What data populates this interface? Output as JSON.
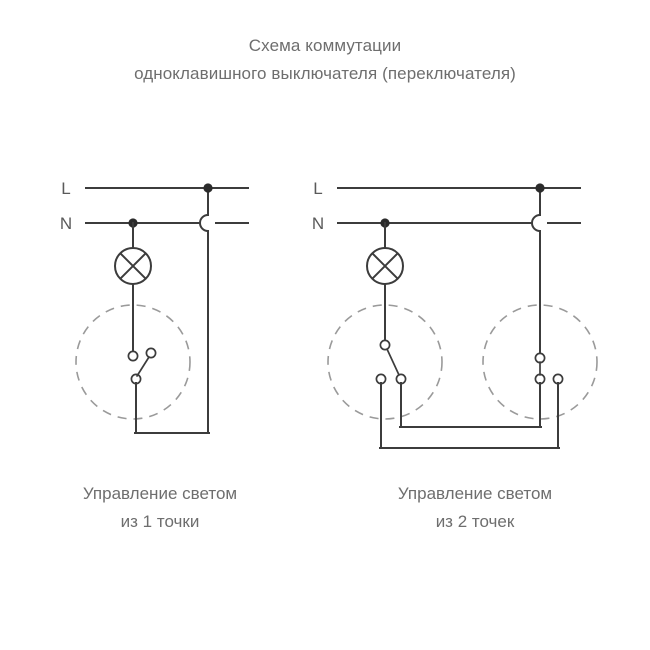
{
  "title": {
    "line1": "Схема коммутации",
    "line2": "одноклавишного выключателя (переключателя)"
  },
  "diagrams": [
    {
      "id": "one-point",
      "caption_line1": "Управление светом",
      "caption_line2": "из 1 точки",
      "rails": [
        {
          "name": "line",
          "label": "L"
        },
        {
          "name": "neutral",
          "label": "N"
        }
      ],
      "components": {
        "lamp": "lamp-symbol",
        "switch": "one-way-switch",
        "switch_terminals": 3,
        "switch_enclosure": "dashed-circle"
      }
    },
    {
      "id": "two-point",
      "caption_line1": "Управление светом",
      "caption_line2": "из 2 точек",
      "rails": [
        {
          "name": "line",
          "label": "L"
        },
        {
          "name": "neutral",
          "label": "N"
        }
      ],
      "components": {
        "lamp": "lamp-symbol",
        "switch_left": "two-way-switch",
        "switch_right": "two-way-switch",
        "switch_terminals": 3,
        "switch_enclosure": "dashed-circle"
      }
    }
  ],
  "colors": {
    "background": "#ffffff",
    "wire": "#3c3c3c",
    "node": "#2b2b2b",
    "dashed": "#9a9a9a",
    "text": "#6e6e6e",
    "label": "#5a5a5a"
  }
}
